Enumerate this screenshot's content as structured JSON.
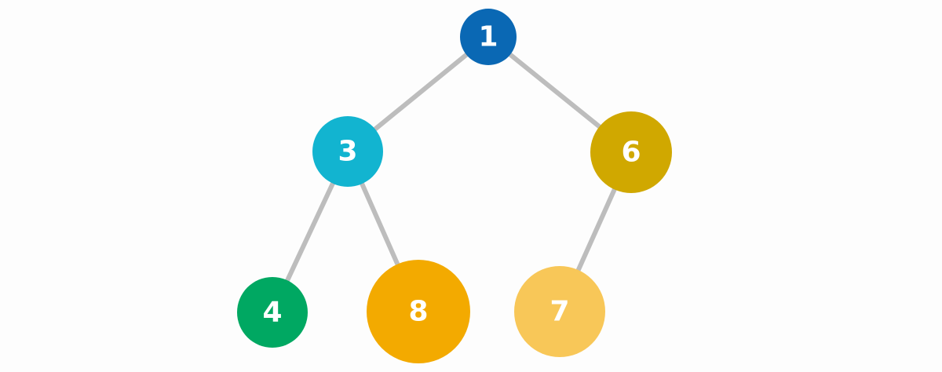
{
  "tree": {
    "nodes": [
      {
        "id": "n1",
        "label": "1",
        "color": "#0a68b4"
      },
      {
        "id": "n3",
        "label": "3",
        "color": "#12b4d0"
      },
      {
        "id": "n6",
        "label": "6",
        "color": "#d0a800"
      },
      {
        "id": "n4",
        "label": "4",
        "color": "#00a862"
      },
      {
        "id": "n8",
        "label": "8",
        "color": "#f3aa00"
      },
      {
        "id": "n7",
        "label": "7",
        "color": "#f8c758"
      }
    ],
    "edges": [
      {
        "from": "n1",
        "to": "n3"
      },
      {
        "from": "n1",
        "to": "n6"
      },
      {
        "from": "n3",
        "to": "n4"
      },
      {
        "from": "n3",
        "to": "n8"
      },
      {
        "from": "n6",
        "to": "n7"
      }
    ]
  }
}
